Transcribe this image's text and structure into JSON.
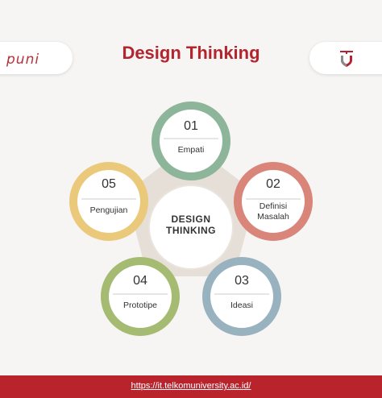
{
  "header": {
    "title": "Design Thinking",
    "logo_left_text": "puni"
  },
  "center": {
    "line1": "DESIGN",
    "line2": "THINKING"
  },
  "nodes": [
    {
      "number": "01",
      "label_line1": "Empati",
      "label_line2": "",
      "color": "#8cb59a"
    },
    {
      "number": "02",
      "label_line1": "Definisi",
      "label_line2": "Masalah",
      "color": "#d98579"
    },
    {
      "number": "03",
      "label_line1": "Ideasi",
      "label_line2": "",
      "color": "#98b2c0"
    },
    {
      "number": "04",
      "label_line1": "Prototipe",
      "label_line2": "",
      "color": "#a5bb71"
    },
    {
      "number": "05",
      "label_line1": "Pengujian",
      "label_line2": "",
      "color": "#ebc97a"
    }
  ],
  "footer": {
    "link": "https://it.telkomuniversity.ac.id/"
  },
  "colors": {
    "brand_red": "#b3242f",
    "pentagon": "#e6dfd7"
  }
}
